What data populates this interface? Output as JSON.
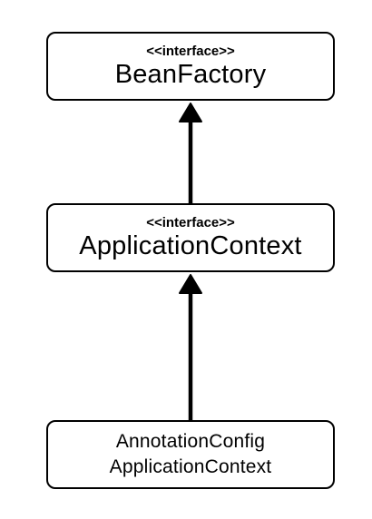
{
  "nodes": [
    {
      "id": "beanfactory",
      "stereotype": "<<interface>>",
      "name": "BeanFactory"
    },
    {
      "id": "applicationcontext",
      "stereotype": "<<interface>>",
      "name": "ApplicationContext"
    },
    {
      "id": "annotationconfig",
      "name_line1": "AnnotationConfig",
      "name_line2": "ApplicationContext"
    }
  ],
  "edges": [
    {
      "from": "applicationcontext",
      "to": "beanfactory",
      "style": "arrow"
    },
    {
      "from": "annotationconfig",
      "to": "applicationcontext",
      "style": "arrow"
    }
  ]
}
